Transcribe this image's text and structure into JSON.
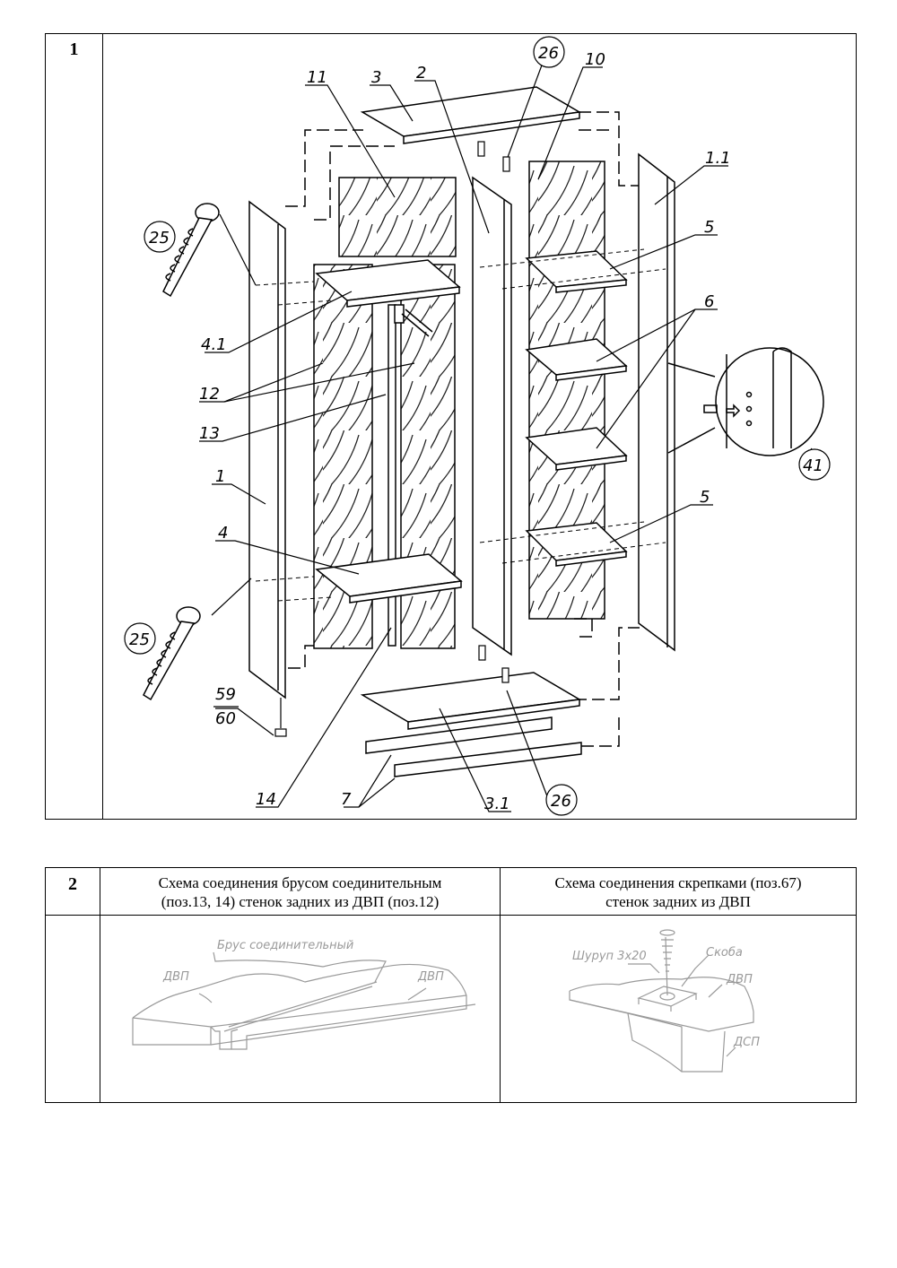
{
  "panel1": {
    "number": "1",
    "labels": {
      "p11": "11",
      "p3": "3",
      "p2": "2",
      "p26a": "26",
      "p10": "10",
      "p11b": "1.1",
      "p25a": "25",
      "p5a": "5",
      "p6": "6",
      "p41": "41",
      "p41a": "4.1",
      "p12": "12",
      "p13": "13",
      "p1": "1",
      "p4": "4",
      "p5b": "5",
      "p25b": "25",
      "p59": "59",
      "p60": "60",
      "p14": "14",
      "p7": "7",
      "p31": "3.1",
      "p26b": "26"
    }
  },
  "panel2": {
    "number": "2",
    "left_header": [
      "Схема соединения брусом соединительным",
      "(поз.13, 14) стенок задних из ДВП (поз.12)"
    ],
    "right_header": [
      "Схема соединения скрепками (поз.67)",
      "стенок задних из ДВП"
    ],
    "left_labels": {
      "bar": "Брус соединительный",
      "dvp_left": "ДВП",
      "dvp_right": "ДВП"
    },
    "right_labels": {
      "screw": "Шуруп 3х20",
      "staple": "Скоба",
      "dvp": "ДВП",
      "dsp": "ДСП"
    }
  }
}
